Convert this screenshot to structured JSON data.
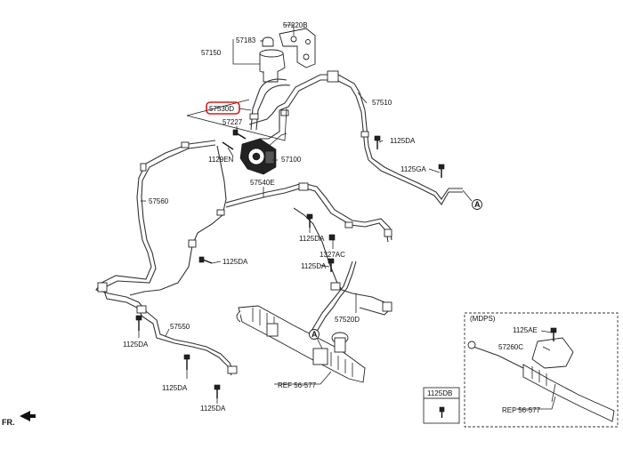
{
  "labels": {
    "p57220B": "57220B",
    "p57183": "57183",
    "p57150": "57150",
    "p57530D": "57530D",
    "p57227": "57227",
    "p1129EN": "1129EN",
    "p57100": "57100",
    "p57510": "57510",
    "p1125DA_a": "1125DA",
    "p1125GA": "1125GA",
    "p57540E": "57540E",
    "p57560": "57560",
    "p1125DA_b": "1125DA",
    "p1125DA_c": "1125DA",
    "p1327AC": "1327AC",
    "p1125DA_d": "1125DA",
    "p57520D": "57520D",
    "p57550": "57550",
    "p1125DA_e": "1125DA",
    "p1125DA_f": "1125DA",
    "p1125DA_g": "1125DA",
    "ref_main": "REF 56-577",
    "callout_a": "A",
    "mdps_title": "(MDPS)",
    "p1125AE": "1125AE",
    "p57260C": "57260C",
    "ref_mdps": "REF 56-577",
    "p1125DB": "1125DB",
    "fr": "FR."
  },
  "highlight": {
    "part": "57530D",
    "color": "#d81b1b"
  }
}
